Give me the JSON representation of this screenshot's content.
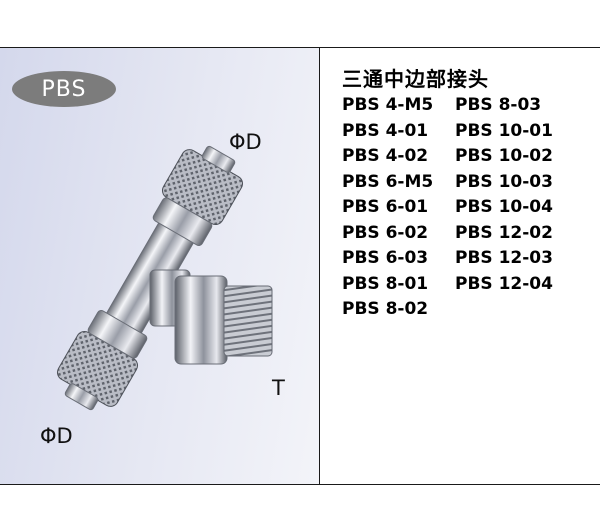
{
  "badge": {
    "text": "PBS"
  },
  "labels": {
    "top_diameter": "ΦD",
    "bottom_diameter": "ΦD",
    "thread": "T"
  },
  "heading": "三通中边部接头",
  "models": [
    "PBS 4-M5",
    "PBS 8-03",
    "PBS 4-01",
    "PBS 10-01",
    "PBS 4-02",
    "PBS 10-02",
    "PBS 6-M5",
    "PBS 10-03",
    "PBS 6-01",
    "PBS 10-04",
    "PBS 6-02",
    "PBS 12-02",
    "PBS 6-03",
    "PBS 12-03",
    "PBS 8-01",
    "PBS 12-04",
    "PBS 8-02"
  ]
}
